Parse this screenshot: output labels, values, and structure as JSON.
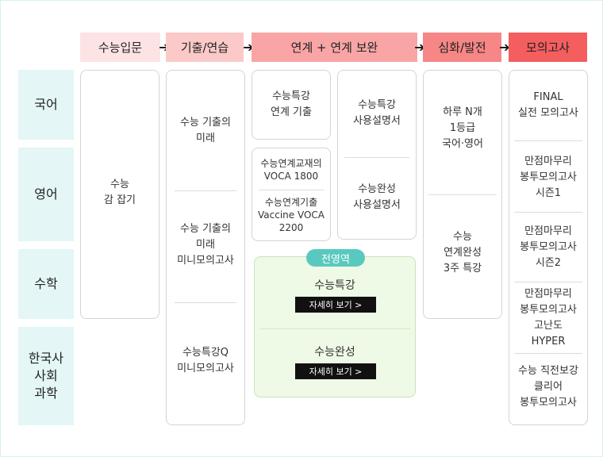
{
  "stages": [
    {
      "label": "수능입문",
      "color": "#fde3e3"
    },
    {
      "label": "기출/연습",
      "color": "#fcc9c9"
    },
    {
      "label": "연계 + 연계 보완",
      "color": "#f9a5a5"
    },
    {
      "label": "심화/발전",
      "color": "#f78686"
    },
    {
      "label": "모의고사",
      "color": "#f45e5e"
    }
  ],
  "arrow": "➔",
  "subjects": [
    "국어",
    "영어",
    "수학",
    "한국사\n사회\n과학"
  ],
  "entry": {
    "title": "수능\n감 잡기"
  },
  "practice": [
    "수능 기출의\n미래",
    "수능 기출의\n미래\n미니모의고사",
    "수능특강Q\n미니모의고사"
  ],
  "linked": {
    "top_left": "수능특강\n연계 기출",
    "vocab": [
      "수능연계교재의\nVOCA 1800",
      "수능연계기출\nVaccine VOCA\n2200"
    ],
    "manuals": [
      "수능특강\n사용설명서",
      "수능완성\n사용설명서"
    ],
    "all_area_badge": "전영역",
    "all_area_items": [
      {
        "title": "수능특강",
        "button": "자세히 보기 >"
      },
      {
        "title": "수능완성",
        "button": "자세히 보기 >"
      }
    ]
  },
  "advanced": [
    "하루 N개\n1등급\n국어·영어",
    "수능\n연계완성\n3주 특강"
  ],
  "mock": [
    "FINAL\n실전 모의고사",
    "만점마무리\n봉투모의고사\n시즌1",
    "만점마무리\n봉투모의고사\n시즌2",
    "만점마무리\n봉투모의고사\n고난도\nHYPER",
    "수능 직전보강\n클리어\n봉투모의고사"
  ]
}
